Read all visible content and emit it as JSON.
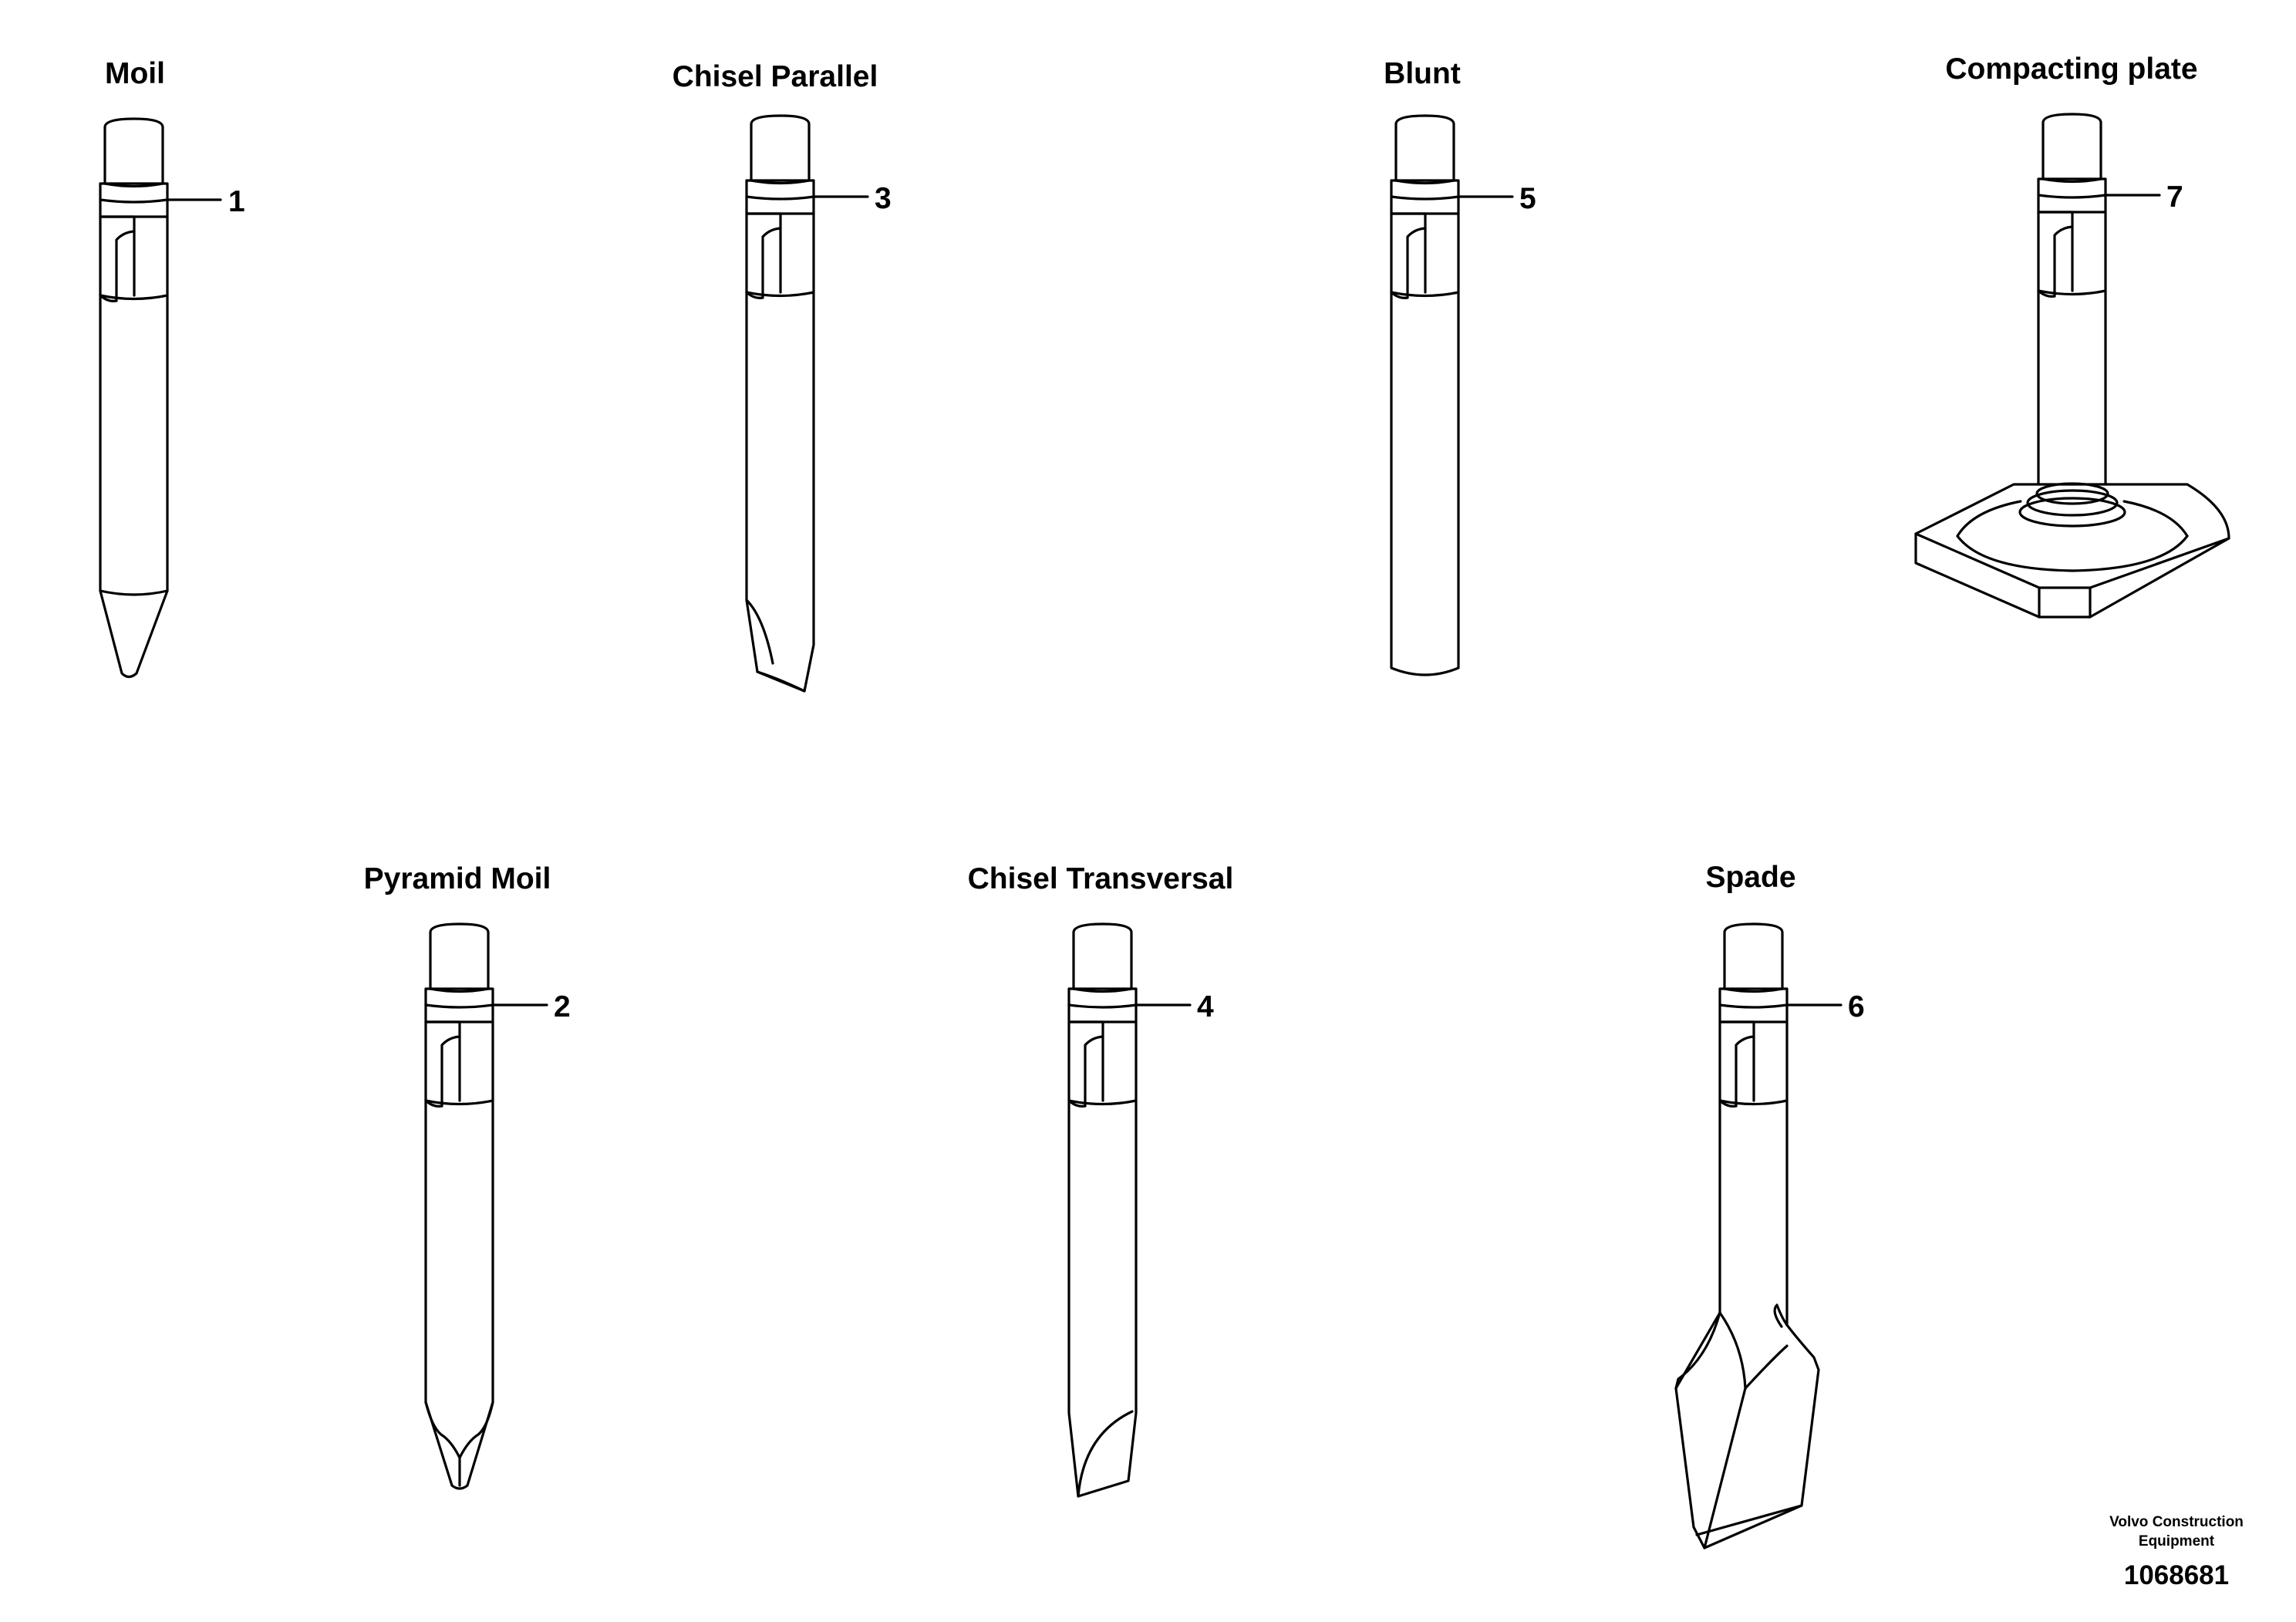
{
  "tools": [
    {
      "id": "moil",
      "title": "Moil",
      "callout": "1"
    },
    {
      "id": "chisel-parallel",
      "title": "Chisel Parallel",
      "callout": "3"
    },
    {
      "id": "blunt",
      "title": "Blunt",
      "callout": "5"
    },
    {
      "id": "compacting-plate",
      "title": "Compacting plate",
      "callout": "7"
    },
    {
      "id": "pyramid-moil",
      "title": "Pyramid Moil",
      "callout": "2"
    },
    {
      "id": "chisel-transversal",
      "title": "Chisel Transversal",
      "callout": "4"
    },
    {
      "id": "spade",
      "title": "Spade",
      "callout": "6"
    }
  ],
  "footer": {
    "brand_line1": "Volvo Construction",
    "brand_line2": "Equipment",
    "document_number": "1068681"
  },
  "colors": {
    "line": "#000000",
    "background": "#ffffff"
  }
}
